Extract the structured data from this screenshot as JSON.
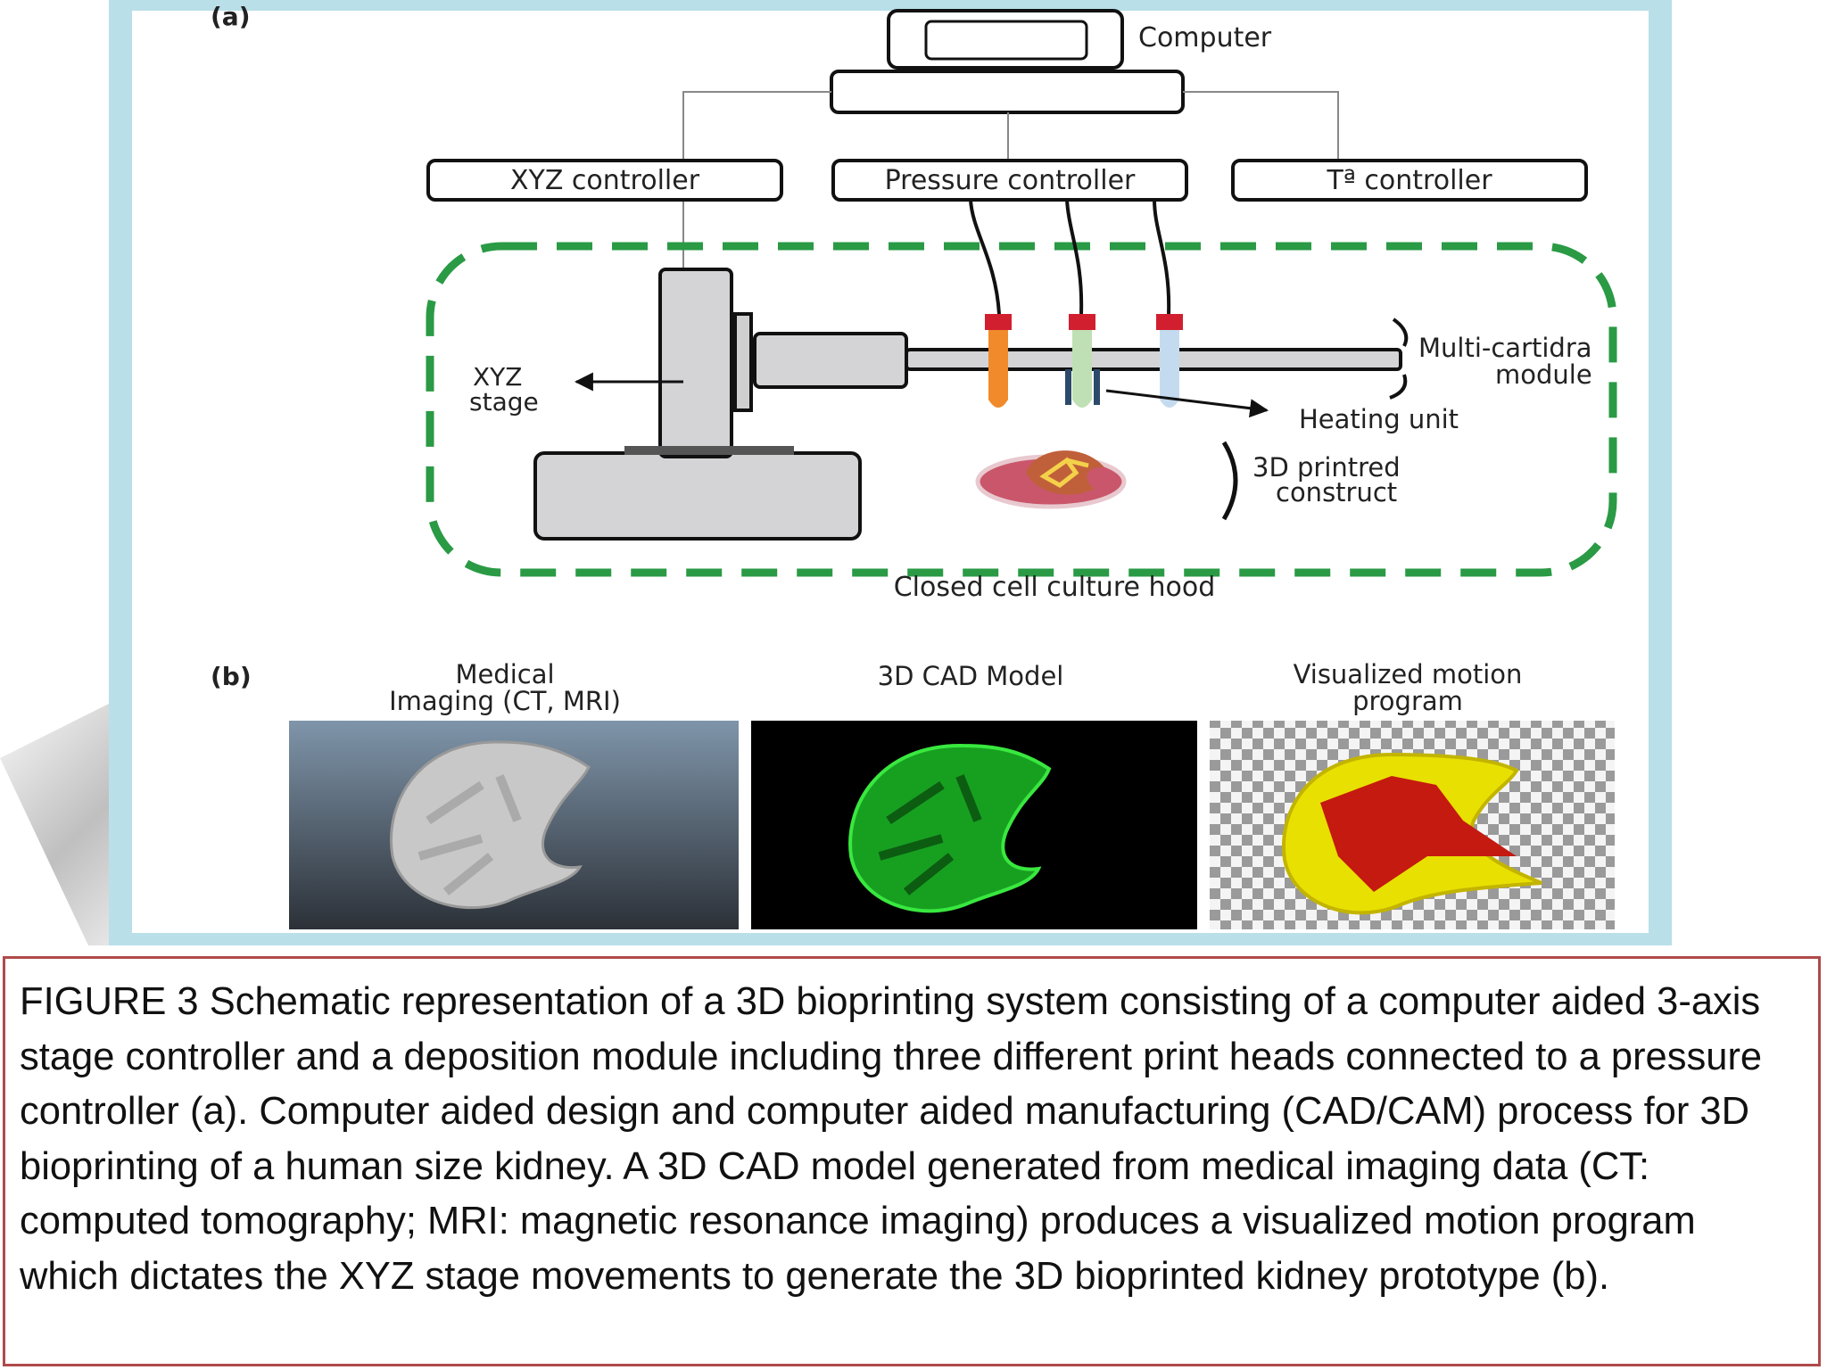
{
  "panel_a": {
    "tag": "(a)",
    "computer_label": "Computer",
    "controllers": [
      "XYZ controller",
      "Pressure controller",
      "Tª controller"
    ],
    "xyz_stage_label_line1": "XYZ",
    "xyz_stage_label_line2": "stage",
    "multi_cartridge_line1": "Multi-cartidra",
    "multi_cartridge_line2": "module",
    "heating_unit": "Heating unit",
    "construct_line1": "3D printred",
    "construct_line2": "construct",
    "hood_label": "Closed cell culture hood",
    "colors": {
      "hood_dash": "#2a9a45",
      "cartridge_cap": "#d21f2f",
      "cartridge_orange": "#f08a2a",
      "cartridge_green": "#bfe0b5",
      "cartridge_blue": "#c4dbef"
    }
  },
  "panel_b": {
    "tag": "(b)",
    "titles": [
      {
        "line1": "Medical",
        "line2": "Imaging (CT, MRI)"
      },
      {
        "line1": "3D CAD Model",
        "line2": ""
      },
      {
        "line1": "Visualized motion",
        "line2": "program"
      }
    ]
  },
  "caption": "FIGURE 3 Schematic representation of a 3D bioprinting system consisting of a computer aided 3-axis stage controller and a deposition module including three different print heads connected to a pressure controller (a). Computer aided design and computer aided manufacturing (CAD/CAM) process for 3D bioprinting of a human size kidney. A 3D CAD model generated from medical imaging data (CT: computed tomography; MRI: magnetic resonance imaging) produces a visualized motion program which dictates the XYZ stage movements to generate the 3D bioprinted kidney prototype (b)."
}
